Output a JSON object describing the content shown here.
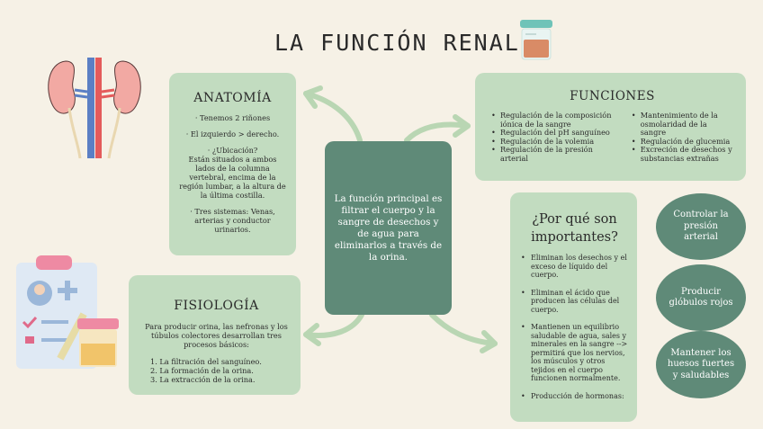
{
  "title": "LA FUNCIÓN RENAL",
  "anatomia": {
    "heading": "ANATOMÍA",
    "items": [
      "· Tenemos 2 riñones",
      "· El izquierdo > derecho.",
      "· ¿Ubicación?\nEstán situados a ambos lados de la columna vertebral,  encima de la región lumbar, a la altura de la última costilla.",
      "· Tres sistemas: Venas, arterias y conductor urinarios."
    ]
  },
  "funciones": {
    "heading": "FUNCIONES",
    "col1": [
      "Regulación de la composición iónica de la sangre",
      "Regulación del pH sanguíneo",
      "Regulación de la volemia",
      "Regulación de la presión arterial"
    ],
    "col2": [
      "Mantenimiento de la osmolaridad de la sangre",
      "Regulación de glucemia",
      "Excreción de desechos y substancias extrañas"
    ]
  },
  "central": {
    "text": "La función principal es filtrar el cuerpo y la sangre de desechos y de agua para eliminarlos a través de la orina."
  },
  "fisiologia": {
    "heading": "FISIOLOGÍA",
    "intro": "Para producir orina, las nefronas y los túbulos colectores desarrollan tres procesos básicos:",
    "steps": [
      "1.  La filtración del sanguíneo.",
      "2.  La formación de la orina.",
      "3.  La extracción de la orina."
    ]
  },
  "importantes": {
    "heading": "¿Por qué son importantes?",
    "items": [
      "Eliminan los desechos y el exceso de líquido del cuerpo.",
      "Eliminan el ácido que producen las células del cuerpo.",
      "Mantienen un equilibrio saludable de agua, sales y minerales en la sangre --> permitirá que los nervios, los músculos y otros tejidos en el cuerpo funcionen normalmente.",
      "Producción de hormonas:"
    ]
  },
  "hormonas": [
    "Controlar la presión arterial",
    "Producir glóbulos rojos",
    "Mantener los huesos fuertes y saludables"
  ],
  "colors": {
    "background": "#f6f1e6",
    "card": "#c2dcc0",
    "central": "#5f8a78",
    "arrow": "#b9d6b3"
  },
  "icons": [
    "kidneys-icon",
    "urine-cup-icon",
    "medical-clipboard-icon",
    "arrow-icon"
  ]
}
